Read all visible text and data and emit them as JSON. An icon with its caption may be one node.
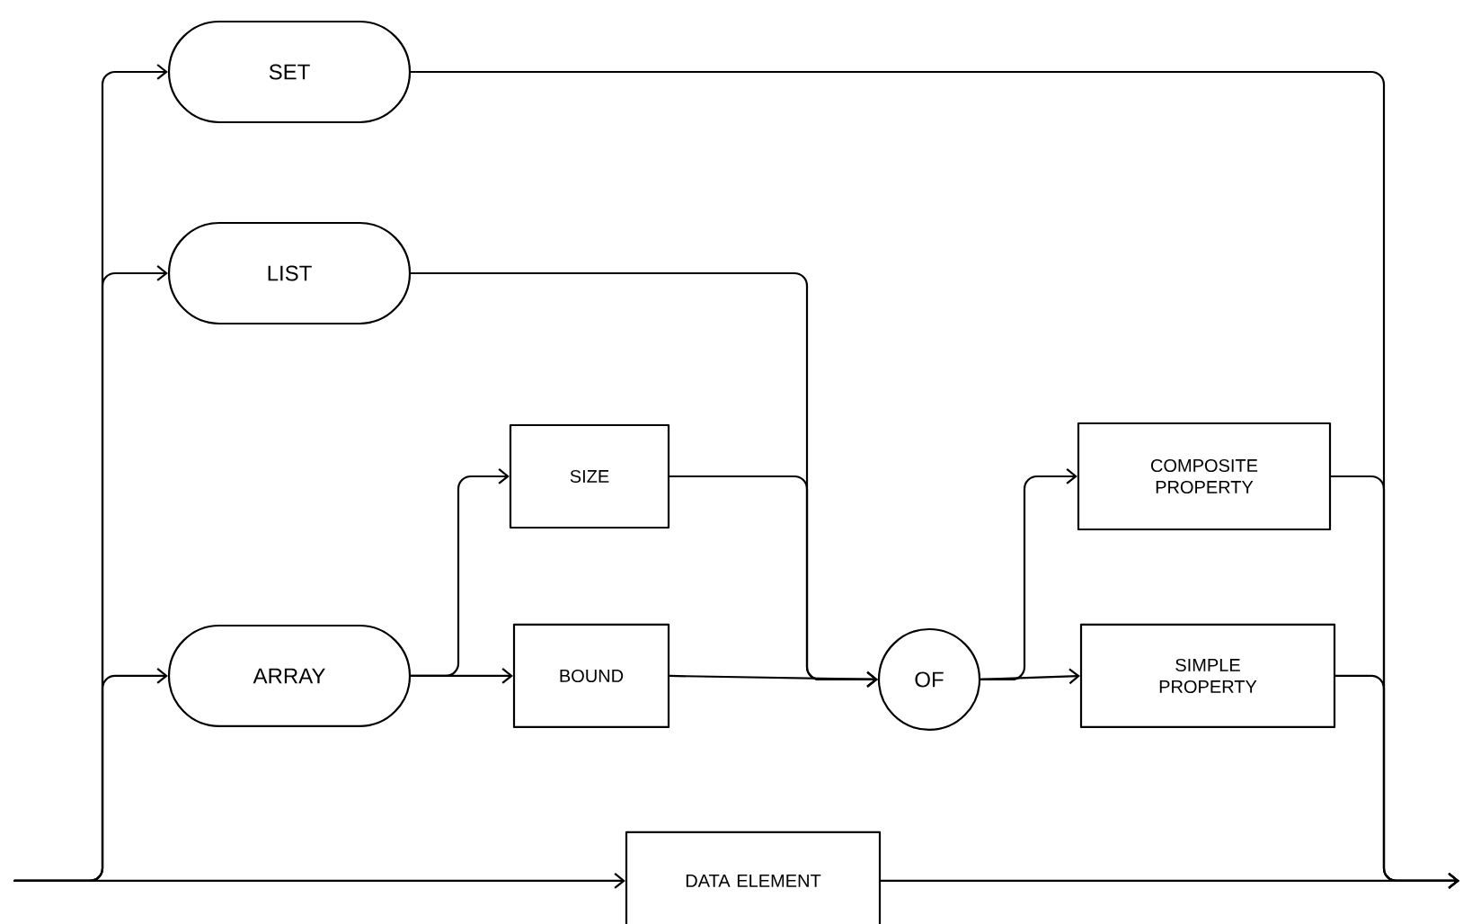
{
  "diagram": {
    "nodes": [
      {
        "text": [
          "SET"
        ]
      },
      {
        "text": [
          "LIST"
        ]
      },
      {
        "text": [
          "SIZE"
        ]
      },
      {
        "text": [
          "COMPOSITE PROPERTY"
        ]
      },
      {
        "text": [
          "ARRAY"
        ]
      },
      {
        "text": [
          "BOUND"
        ]
      },
      {
        "text": [
          "OF"
        ]
      },
      {
        "text": [
          "SIMPLE PROPERTY"
        ]
      },
      {
        "text": [
          "DATA ELEMENT"
        ]
      }
    ],
    "edges": [
      {
        "from": null,
        "to": 0,
        "arrow": "to"
      },
      {
        "from": null,
        "to": 1,
        "arrow": "to"
      },
      {
        "from": null,
        "to": 4,
        "arrow": "to"
      },
      {
        "from": null,
        "to": 8,
        "arrow": "to"
      },
      {
        "from": 4,
        "to": 2,
        "arrow": "to"
      },
      {
        "from": 4,
        "to": 5,
        "arrow": "to"
      },
      {
        "from": 2,
        "to": 6,
        "arrow": "to"
      },
      {
        "from": 1,
        "to": 6,
        "arrow": "to"
      },
      {
        "from": 5,
        "to": 6,
        "arrow": "to"
      },
      {
        "from": 6,
        "to": 3,
        "arrow": "to"
      },
      {
        "from": 6,
        "to": 7,
        "arrow": "to"
      },
      {
        "from": 0,
        "to": null,
        "arrow": "to"
      },
      {
        "from": 3,
        "to": null,
        "arrow": "to"
      },
      {
        "from": 7,
        "to": null,
        "arrow": "to"
      },
      {
        "from": 8,
        "to": null,
        "arrow": "to"
      }
    ]
  }
}
